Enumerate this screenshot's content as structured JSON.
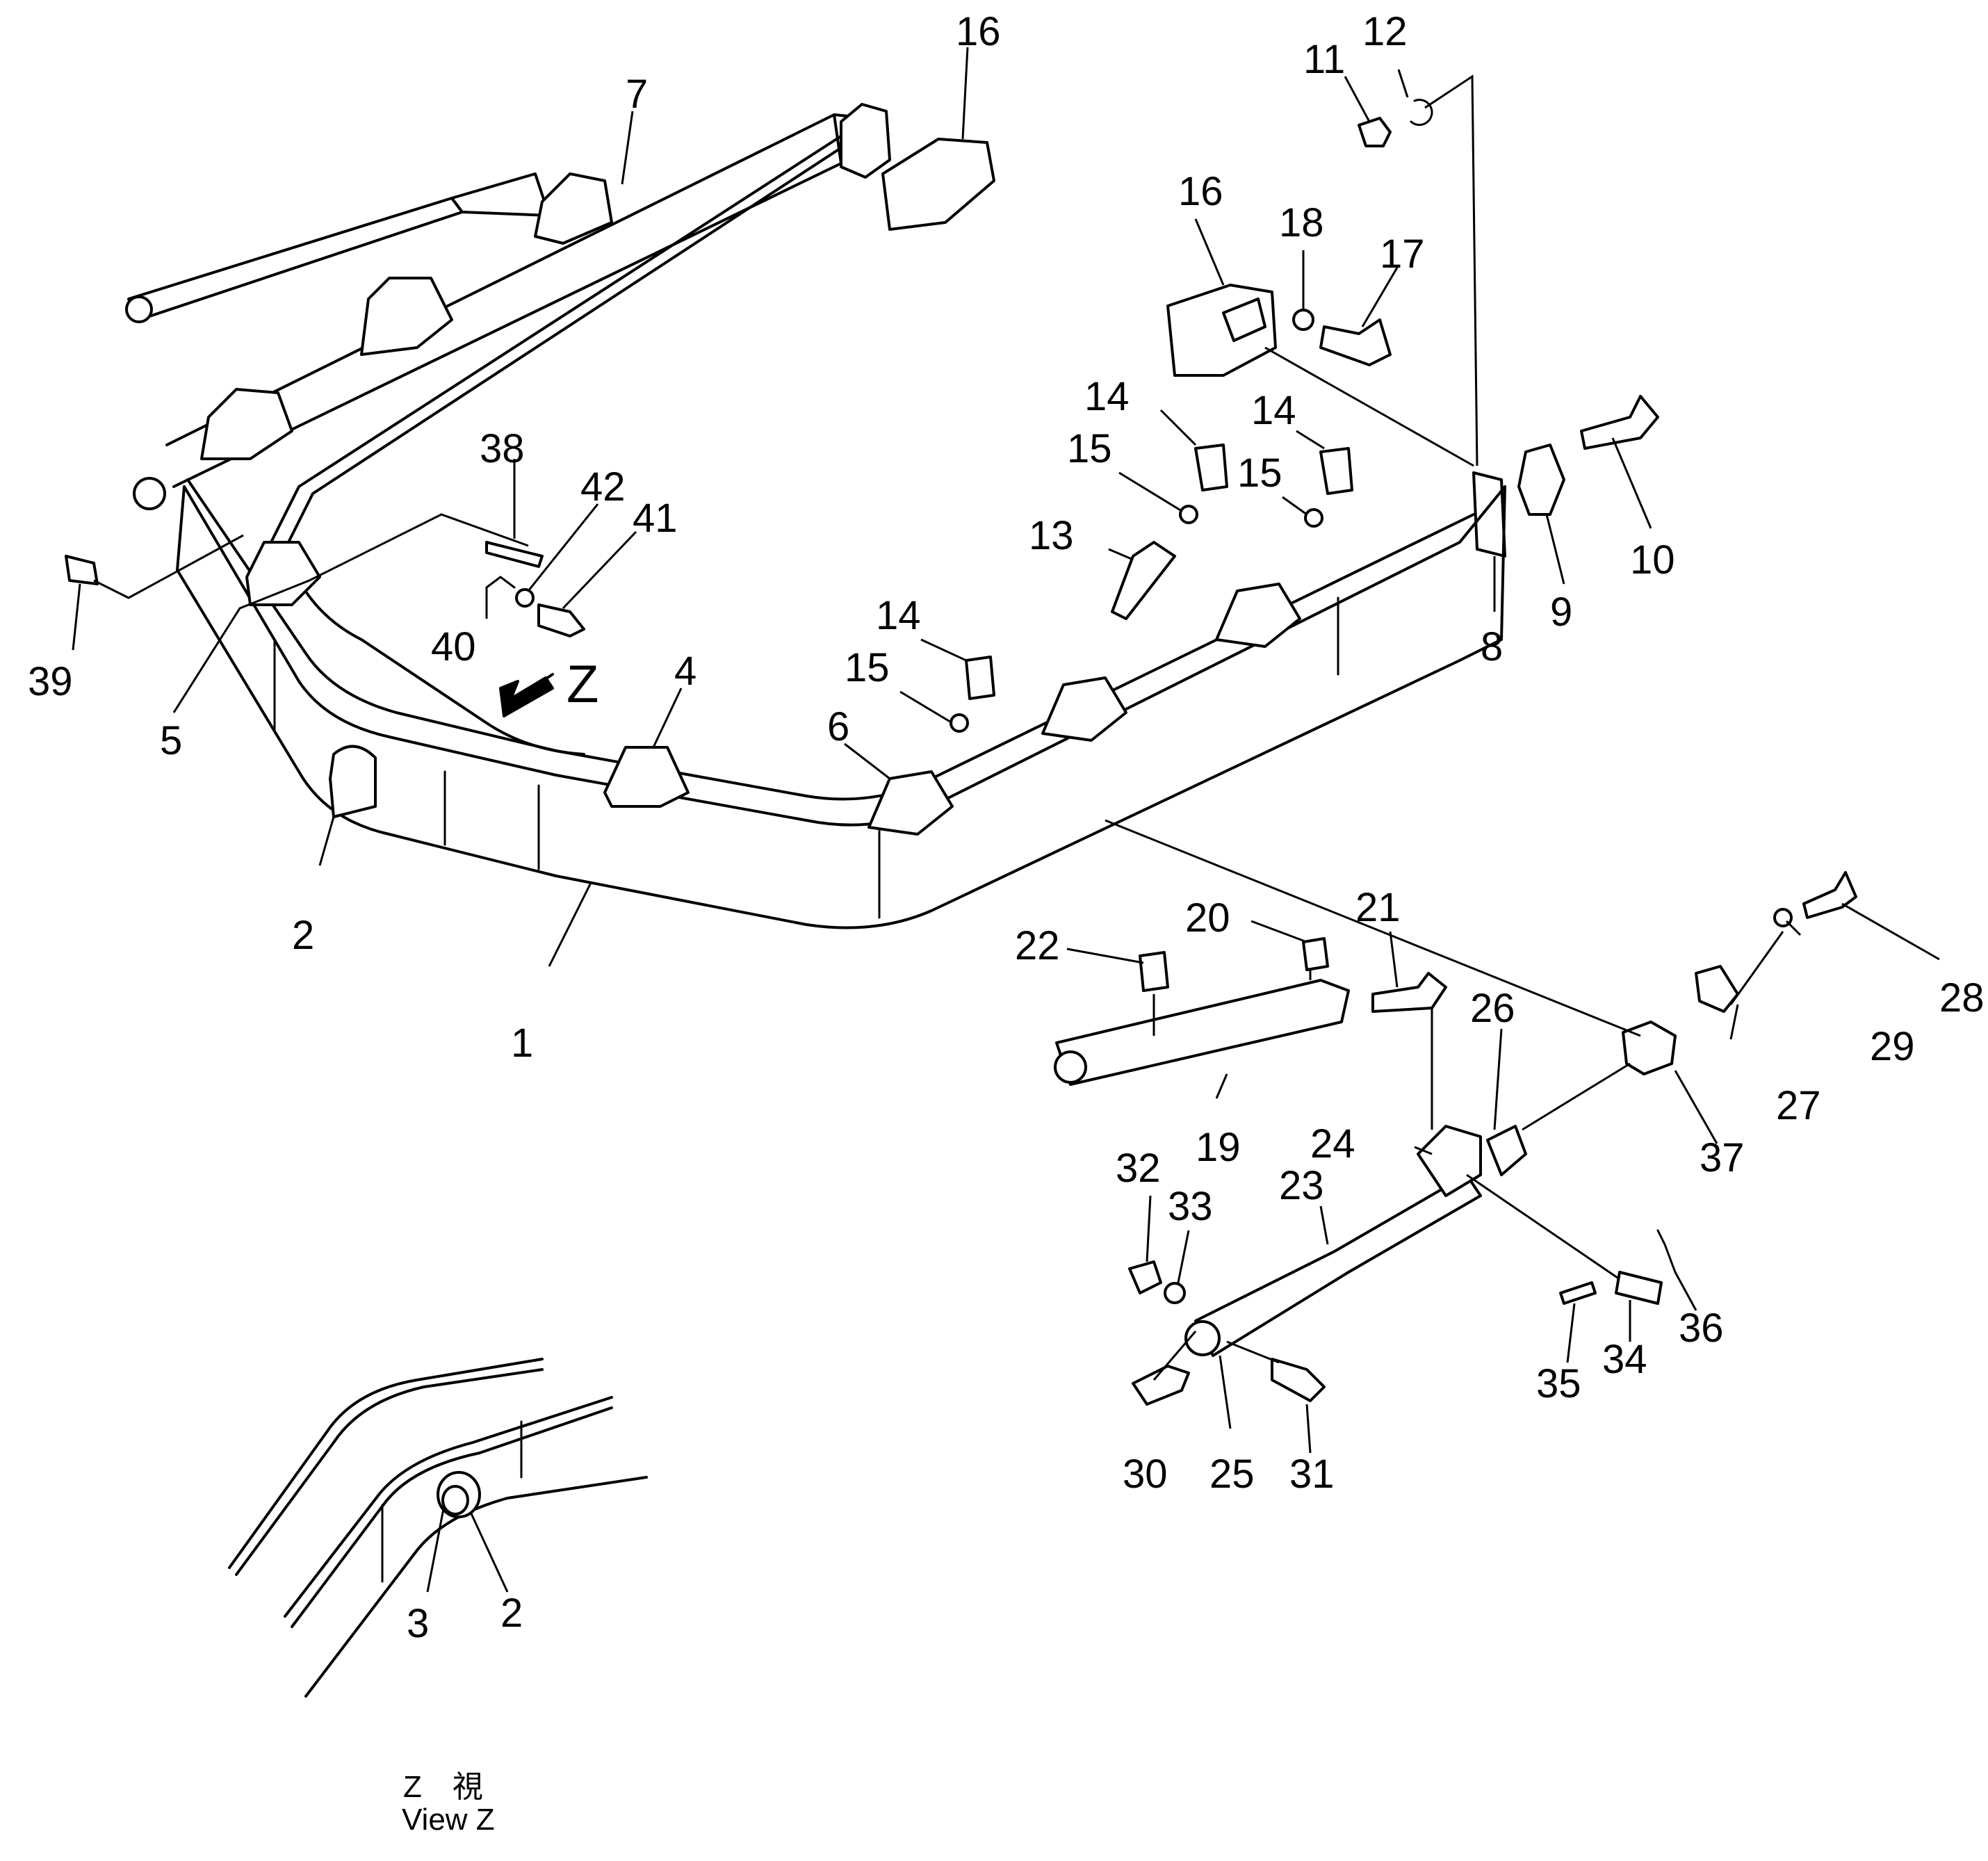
{
  "diagram": {
    "view_label": "Z",
    "view_caption_jp": "Z　視",
    "view_caption_en": "View  Z",
    "labels": {
      "p1": "1",
      "p2": "2",
      "p2b": "2",
      "p3": "3",
      "p4": "4",
      "p5": "5",
      "p6": "6",
      "p7": "7",
      "p8": "8",
      "p9": "9",
      "p10": "10",
      "p11": "11",
      "p12": "12",
      "p13": "13",
      "p14a": "14",
      "p14b": "14",
      "p14c": "14",
      "p15a": "15",
      "p15b": "15",
      "p15c": "15",
      "p16a": "16",
      "p16b": "16",
      "p17": "17",
      "p18": "18",
      "p19": "19",
      "p20": "20",
      "p21": "21",
      "p22": "22",
      "p23": "23",
      "p24": "24",
      "p25": "25",
      "p26": "26",
      "p27": "27",
      "p28": "28",
      "p29": "29",
      "p30": "30",
      "p31": "31",
      "p32": "32",
      "p33": "33",
      "p34": "34",
      "p35": "35",
      "p36": "36",
      "p37": "37",
      "p38": "38",
      "p39": "39",
      "p40": "40",
      "p41": "41",
      "p42": "42"
    }
  }
}
